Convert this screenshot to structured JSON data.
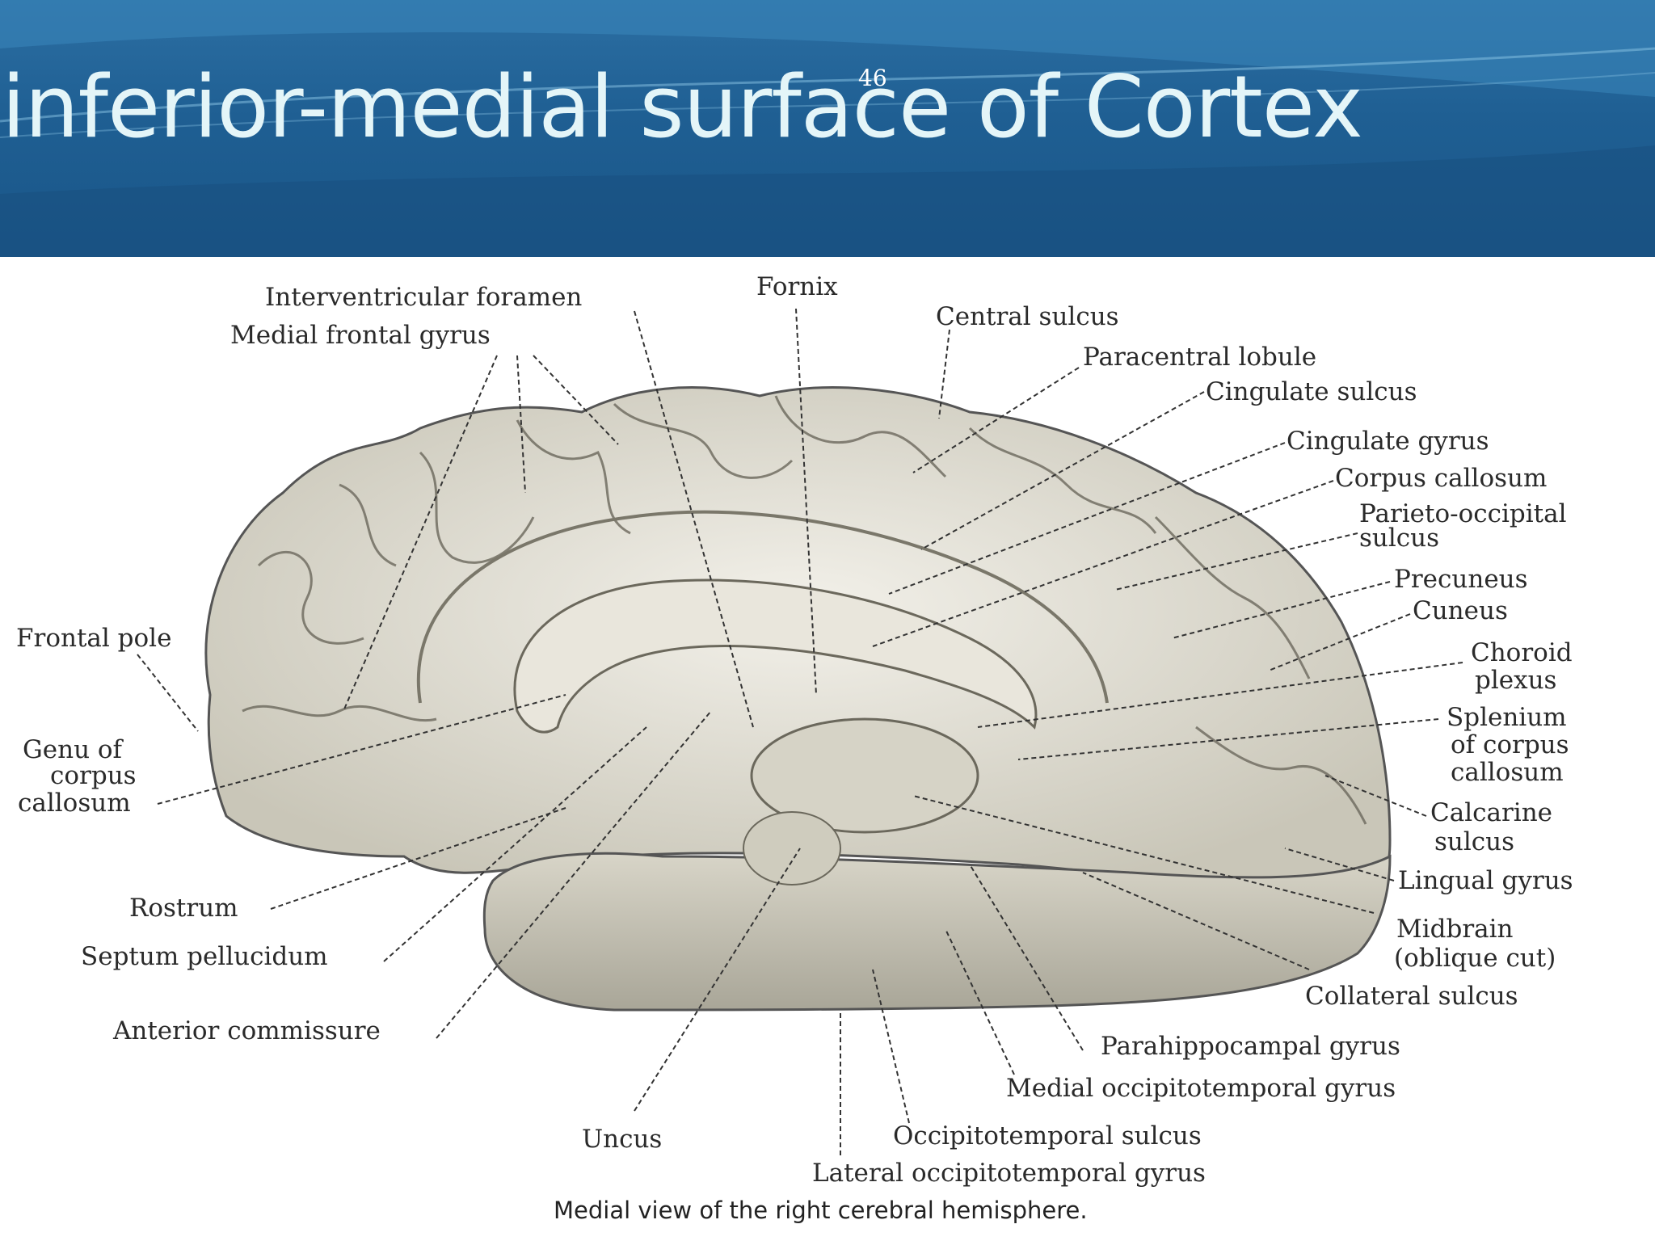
{
  "slide": {
    "title": "inferior-medial surface of Cortex",
    "page_number": "46",
    "header_color": "#1f5f93",
    "title_color": "#e4f5f8"
  },
  "figure": {
    "labels": {
      "interventricular_foramen": "Interventricular foramen",
      "medial_frontal_gyrus": "Medial frontal gyrus",
      "fornix": "Fornix",
      "central_sulcus": "Central sulcus",
      "paracentral_lobule": "Paracentral lobule",
      "cingulate_sulcus": "Cingulate sulcus",
      "cingulate_gyrus": "Cingulate gyrus",
      "corpus_callosum": "Corpus callosum",
      "parieto_occipital_1": "Parieto-occipital",
      "parieto_occipital_2": "sulcus",
      "precuneus": "Precuneus",
      "cuneus": "Cuneus",
      "choroid_1": "Choroid",
      "choroid_2": "plexus",
      "splenium_1": "Splenium",
      "splenium_2": "of corpus",
      "splenium_3": "callosum",
      "calcarine_1": "Calcarine",
      "calcarine_2": "sulcus",
      "lingual_gyrus": "Lingual gyrus",
      "midbrain_1": "Midbrain",
      "midbrain_2": "(oblique cut)",
      "collateral_sulcus": "Collateral sulcus",
      "parahippocampal_gyrus": "Parahippocampal gyrus",
      "medial_occipitotemporal_gyrus": "Medial occipitotemporal gyrus",
      "occipitotemporal_sulcus": "Occipitotemporal sulcus",
      "lateral_occipitotemporal_gyrus": "Lateral occipitotemporal gyrus",
      "uncus": "Uncus",
      "anterior_commissure": "Anterior commissure",
      "septum_pellucidum": "Septum pellucidum",
      "rostrum": "Rostrum",
      "genu_1": "Genu of",
      "genu_2": "corpus",
      "genu_3": "callosum",
      "frontal_pole": "Frontal pole"
    },
    "caption": "Medial view of the right cerebral hemisphere."
  }
}
